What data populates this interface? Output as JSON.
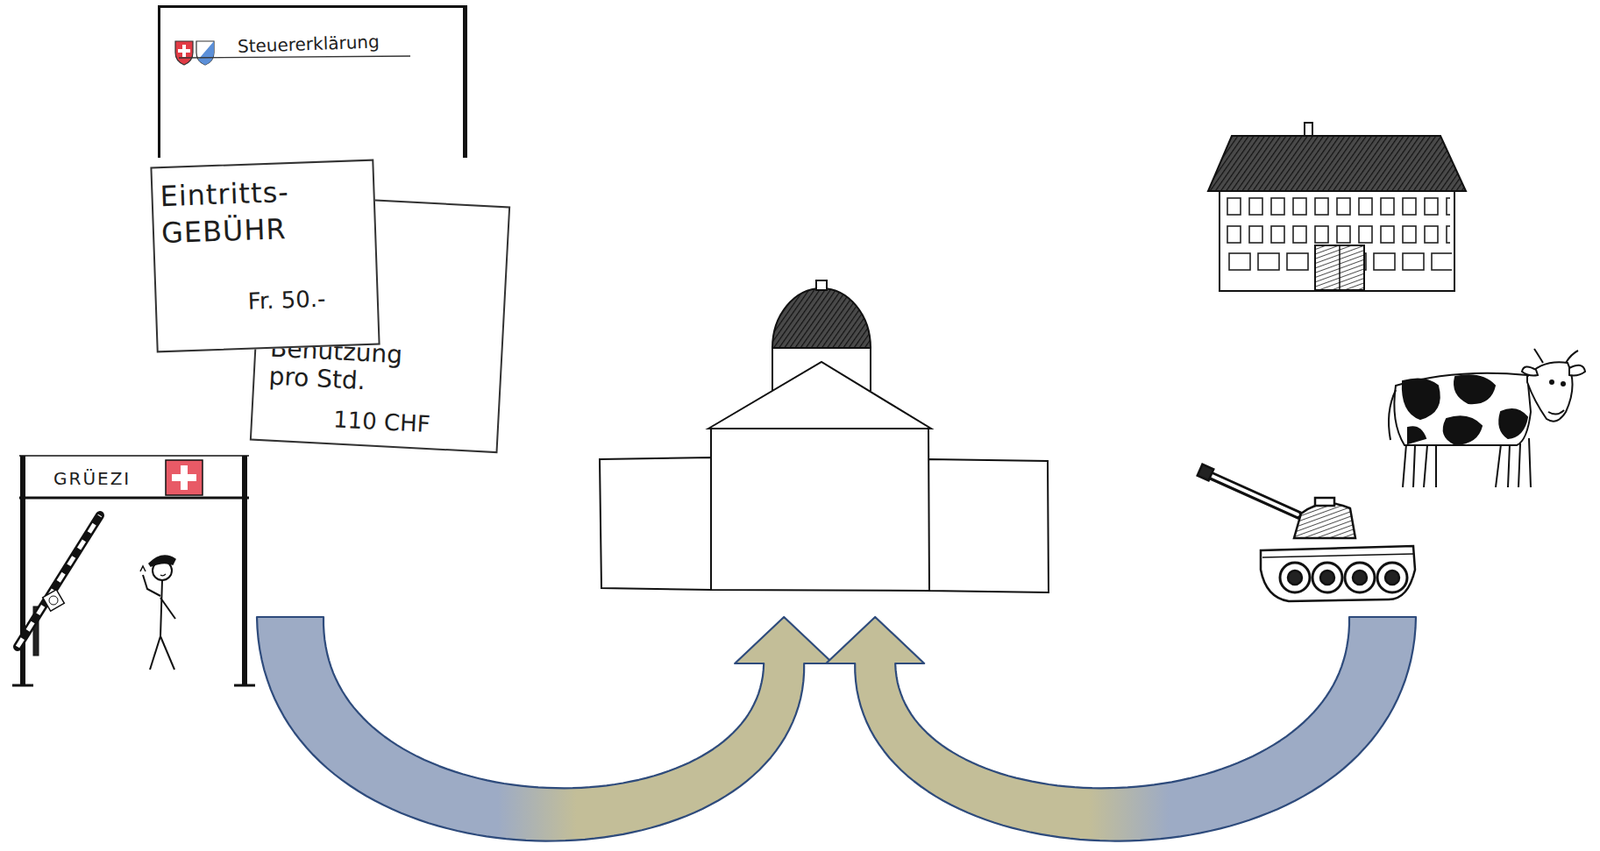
{
  "diagram": {
    "nodes": [
      {
        "text": [
          "Steuererklärung"
        ]
      },
      {
        "text": [
          "Eintritts- GEBÜHR",
          "Fr. 50.-"
        ]
      },
      {
        "text": [
          "Benutzung pro Std.",
          "110 CHF"
        ]
      },
      {
        "text": [
          "GRÜEZI"
        ]
      },
      {
        "text": []
      },
      {
        "text": []
      }
    ],
    "edges": [
      {
        "from": 3,
        "to": 4,
        "arrow": "to"
      },
      {
        "from": 5,
        "to": 4,
        "arrow": "to"
      }
    ]
  }
}
